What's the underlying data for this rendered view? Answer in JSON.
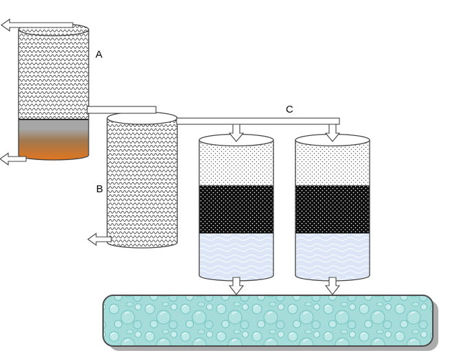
{
  "diagram": {
    "labels": {
      "tank_a": "A",
      "tank_b": "B",
      "pipe_c": "C"
    },
    "colors": {
      "outline": "#404040",
      "water_texture": "#1a1a1a",
      "sludge_gray": "#a6a6a6",
      "sludge_brown": "#a07850",
      "sludge_orange": "#e8751a",
      "filter_top_dot": "#555555",
      "filter_mid_fill": "#0d0d0d",
      "filter_bottom_fill": "#dce6f6",
      "reservoir_fill": "#a5dcda",
      "reservoir_bubble_stroke": "#6fc3c0",
      "reservoir_shadow": "#9e9e9e"
    }
  }
}
